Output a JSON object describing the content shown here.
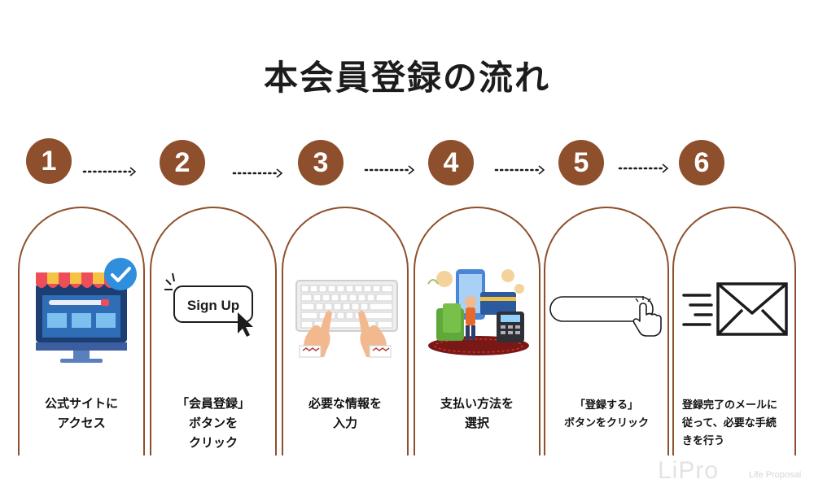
{
  "page_title": "本会員登録の流れ",
  "accent_color": "#8e4f2c",
  "steps": [
    {
      "number": "1",
      "icon": "storefront-check-icon",
      "lines": [
        "公式サイトに",
        "アクセス"
      ]
    },
    {
      "number": "2",
      "icon": "sign-up-button-icon",
      "button_text": "Sign Up",
      "lines": [
        "「会員登録」",
        "ボタンを",
        "クリック"
      ]
    },
    {
      "number": "3",
      "icon": "keyboard-typing-icon",
      "lines": [
        "必要な情報を",
        "入力"
      ]
    },
    {
      "number": "4",
      "icon": "payment-methods-icon",
      "lines": [
        "支払い方法を",
        "選択"
      ]
    },
    {
      "number": "5",
      "icon": "click-button-icon",
      "lines": [
        "「登録する」",
        "ボタンをクリック"
      ]
    },
    {
      "number": "6",
      "icon": "mail-envelope-icon",
      "lines": [
        "登録完了のメールに",
        "従って、必要な手続",
        "きを行う"
      ]
    }
  ],
  "logo": {
    "text": "LiPro",
    "subtitle": "Life Proposal"
  }
}
